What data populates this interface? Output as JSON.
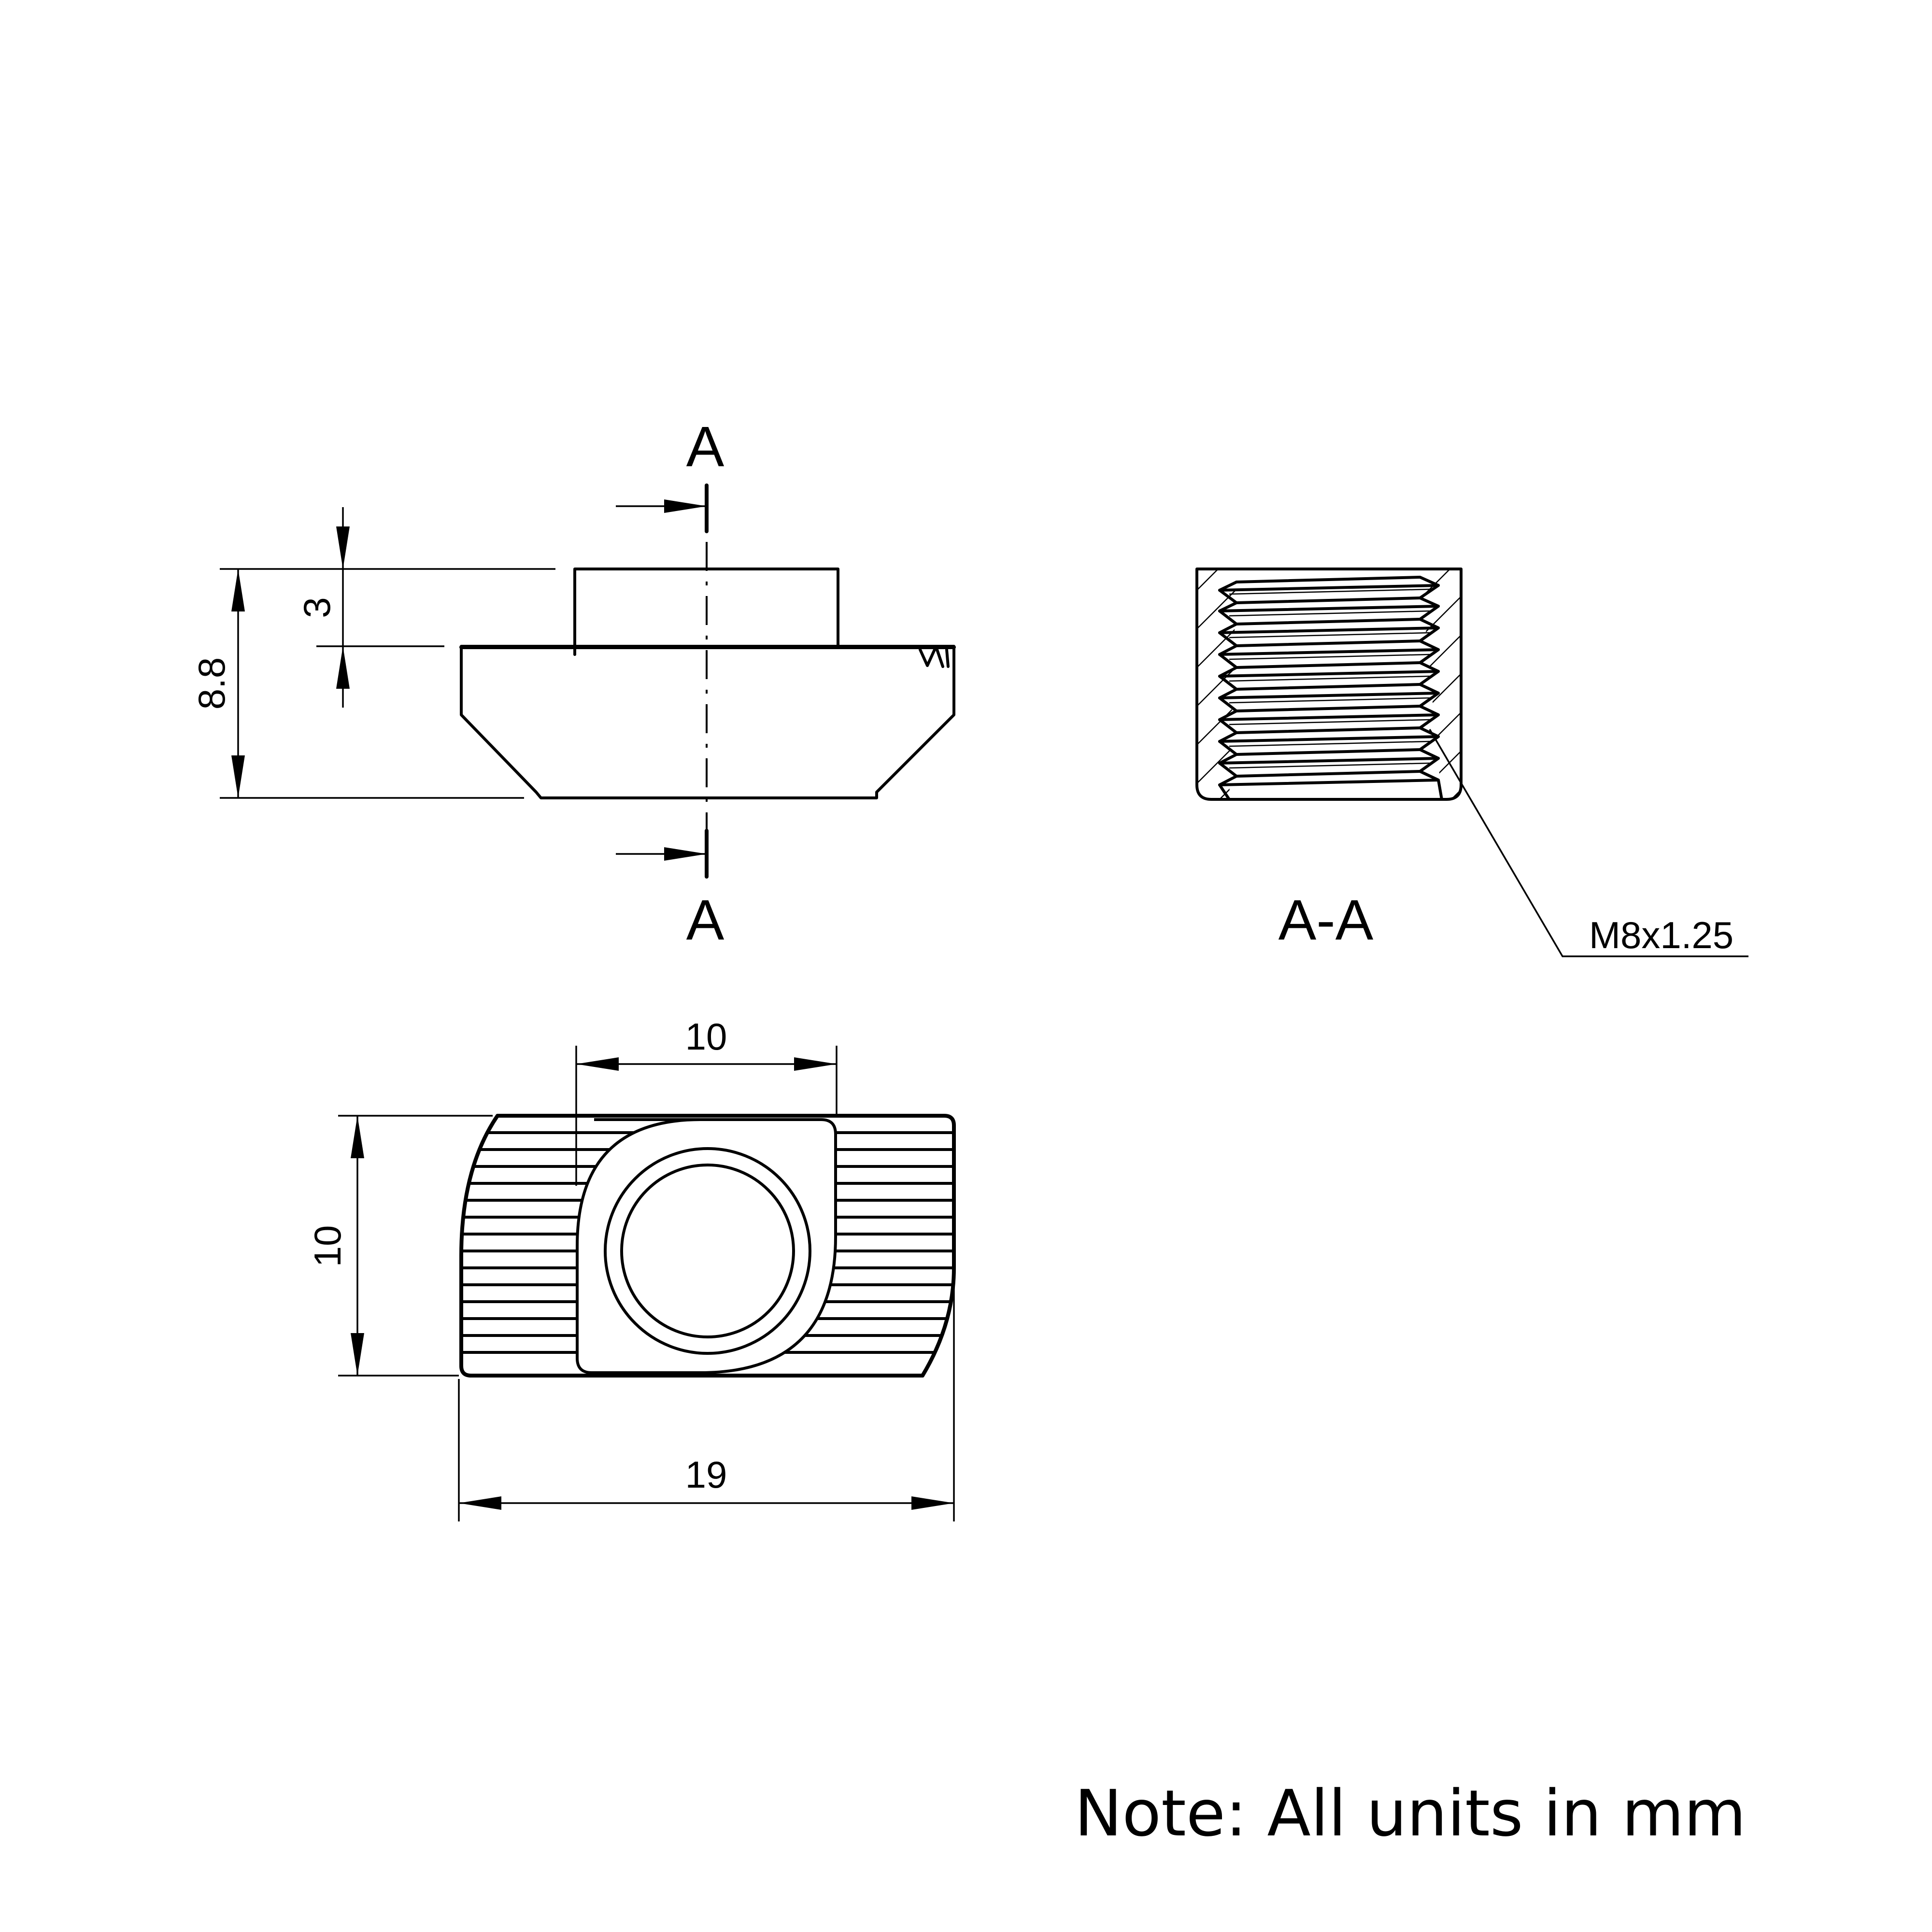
{
  "section_marks": {
    "top_letter": "A",
    "bottom_letter": "A",
    "section_title": "A-A"
  },
  "dimensions": {
    "flange_height": "3",
    "total_height": "8.8",
    "head_width": "10",
    "body_height": "10",
    "total_length": "19"
  },
  "thread_callout": "M8x1.25",
  "note": "Note: All units in mm"
}
